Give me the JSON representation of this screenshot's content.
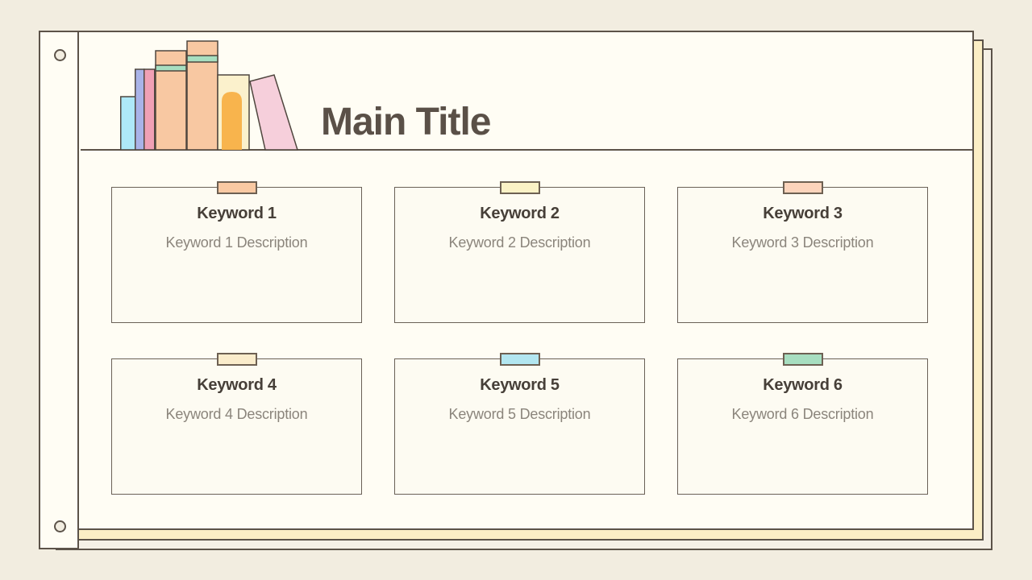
{
  "slide": {
    "title": "Main Title",
    "colors": {
      "background": "#f2ede0",
      "page": "#fffdf4",
      "page_behind_yellow": "#fbeec5",
      "page_behind_gray": "#f5f0e6",
      "outline": "#5c5349",
      "title_text": "#5a5047",
      "card_title_text": "#463f38",
      "card_description_text": "#8b857c"
    }
  },
  "cards": [
    {
      "title": "Keyword 1",
      "description": "Keyword 1 Description",
      "tape_color": "#f9c9a3"
    },
    {
      "title": "Keyword 2",
      "description": "Keyword 2 Description",
      "tape_color": "#fbf2c6"
    },
    {
      "title": "Keyword 3",
      "description": "Keyword 3 Description",
      "tape_color": "#fcd4bc"
    },
    {
      "title": "Keyword 4",
      "description": "Keyword 4 Description",
      "tape_color": "#faeccb"
    },
    {
      "title": "Keyword 5",
      "description": "Keyword 5 Description",
      "tape_color": "#b2e6f0"
    },
    {
      "title": "Keyword 6",
      "description": "Keyword 6 Description",
      "tape_color": "#a7dec0"
    }
  ],
  "illustration": {
    "name": "bookshelf-of-books",
    "book_colors": {
      "cyan": "#aee9f8",
      "periwinkle": "#a9b3e8",
      "pink": "#f0a0b5",
      "peach": "#f8c8a2",
      "cream": "#fbf1cc",
      "tilted_pink": "#f6cfdb",
      "mint_stripe": "#a7dec0",
      "orange_bookmark": "#f8b44d"
    }
  }
}
